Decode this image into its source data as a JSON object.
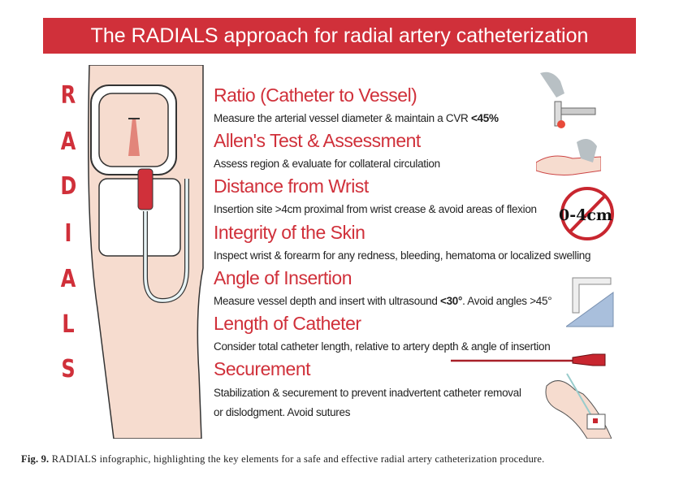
{
  "banner": {
    "title": "The RADIALS approach for radial artery catheterization"
  },
  "acronym": [
    "R",
    "A",
    "D",
    "I",
    "A",
    "L",
    "S"
  ],
  "items": [
    {
      "title": "Ratio (Catheter to Vessel)",
      "desc": "Measure the arterial vessel diameter & maintain a CVR ",
      "desc_bold": "<45%",
      "desc_tail": ""
    },
    {
      "title": "Allen's Test & Assessment",
      "desc": "Assess region & evaluate for collateral circulation",
      "desc_bold": "",
      "desc_tail": ""
    },
    {
      "title": "Distance from Wrist",
      "desc": "Insertion site >4cm proximal from wrist crease & avoid areas of flexion",
      "desc_bold": "",
      "desc_tail": ""
    },
    {
      "title": "Integrity of the Skin",
      "desc": "Inspect wrist & forearm for any redness, bleeding, hematoma or localized swelling",
      "desc_bold": "",
      "desc_tail": ""
    },
    {
      "title": "Angle of Insertion",
      "desc": "Measure vessel depth and insert with ultrasound ",
      "desc_bold": "<30°",
      "desc_tail": ". Avoid angles >45°"
    },
    {
      "title": "Length of Catheter",
      "desc": "Consider total catheter length, relative to artery depth & angle of insertion",
      "desc_bold": "",
      "desc_tail": ""
    },
    {
      "title": "Securement",
      "desc": "Stabilization & securement to prevent inadvertent catheter removal",
      "desc_bold": "",
      "desc_tail": "",
      "desc2": "or dislodgment. Avoid sutures"
    }
  ],
  "no_zone_label": "0-4cm",
  "caption": {
    "label": "Fig. 9.",
    "text": " RADIALS infographic, highlighting the key elements for a safe and effective radial artery catheterization procedure."
  }
}
